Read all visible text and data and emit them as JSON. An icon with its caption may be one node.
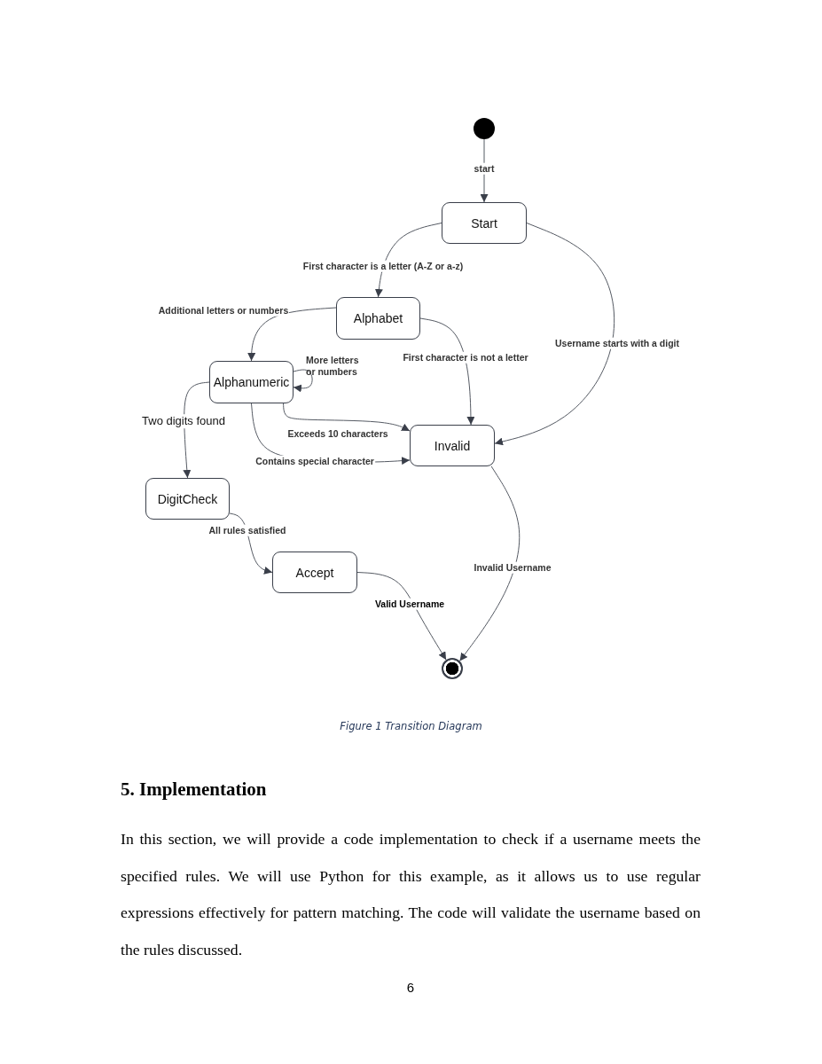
{
  "diagram": {
    "caption": "Figure 1 Transition Diagram",
    "nodes": [
      {
        "text": [],
        "shape": "circle"
      },
      {
        "text": [
          "Start"
        ]
      },
      {
        "text": [
          "Alphabet"
        ]
      },
      {
        "text": [
          "Alphanumeric"
        ]
      },
      {
        "text": [
          "Invalid"
        ]
      },
      {
        "text": [
          "DigitCheck"
        ]
      },
      {
        "text": [
          "Accept"
        ]
      },
      {
        "text": [],
        "shape": "circle"
      }
    ],
    "edges": [
      {
        "from": 0,
        "to": 1,
        "arrow": "to",
        "label": "start"
      },
      {
        "from": 1,
        "to": 2,
        "arrow": "to",
        "label": "First character is a letter (A-Z or a-z)"
      },
      {
        "from": 1,
        "to": 4,
        "arrow": "to",
        "label": "Username starts with a digit"
      },
      {
        "from": 2,
        "to": 3,
        "arrow": "to",
        "label": "Additional letters or numbers"
      },
      {
        "from": 2,
        "to": 4,
        "arrow": "to",
        "label": "First character is not a letter"
      },
      {
        "from": 3,
        "to": 3,
        "arrow": "to",
        "label": "More letters or numbers"
      },
      {
        "from": 3,
        "to": 4,
        "arrow": "to",
        "label": "Exceeds 10 characters"
      },
      {
        "from": 3,
        "to": 4,
        "arrow": "to",
        "label": "Contains special character"
      },
      {
        "from": 3,
        "to": 5,
        "arrow": "to",
        "label": "Two digits found"
      },
      {
        "from": 5,
        "to": 6,
        "arrow": "to",
        "label": "All rules satisfied"
      },
      {
        "from": 6,
        "to": 7,
        "arrow": "to",
        "label": "Valid Username"
      },
      {
        "from": 4,
        "to": 7,
        "arrow": "to",
        "label": "Invalid Username"
      }
    ],
    "labels": [
      "5. Implementation",
      "In this section, we will provide a code implementation to check if a username meets the specified rules. We will use Python for this example, as it allows us to use regular expressions effectively for pattern matching. The code will validate the username based on the rules discussed.",
      "6"
    ]
  }
}
